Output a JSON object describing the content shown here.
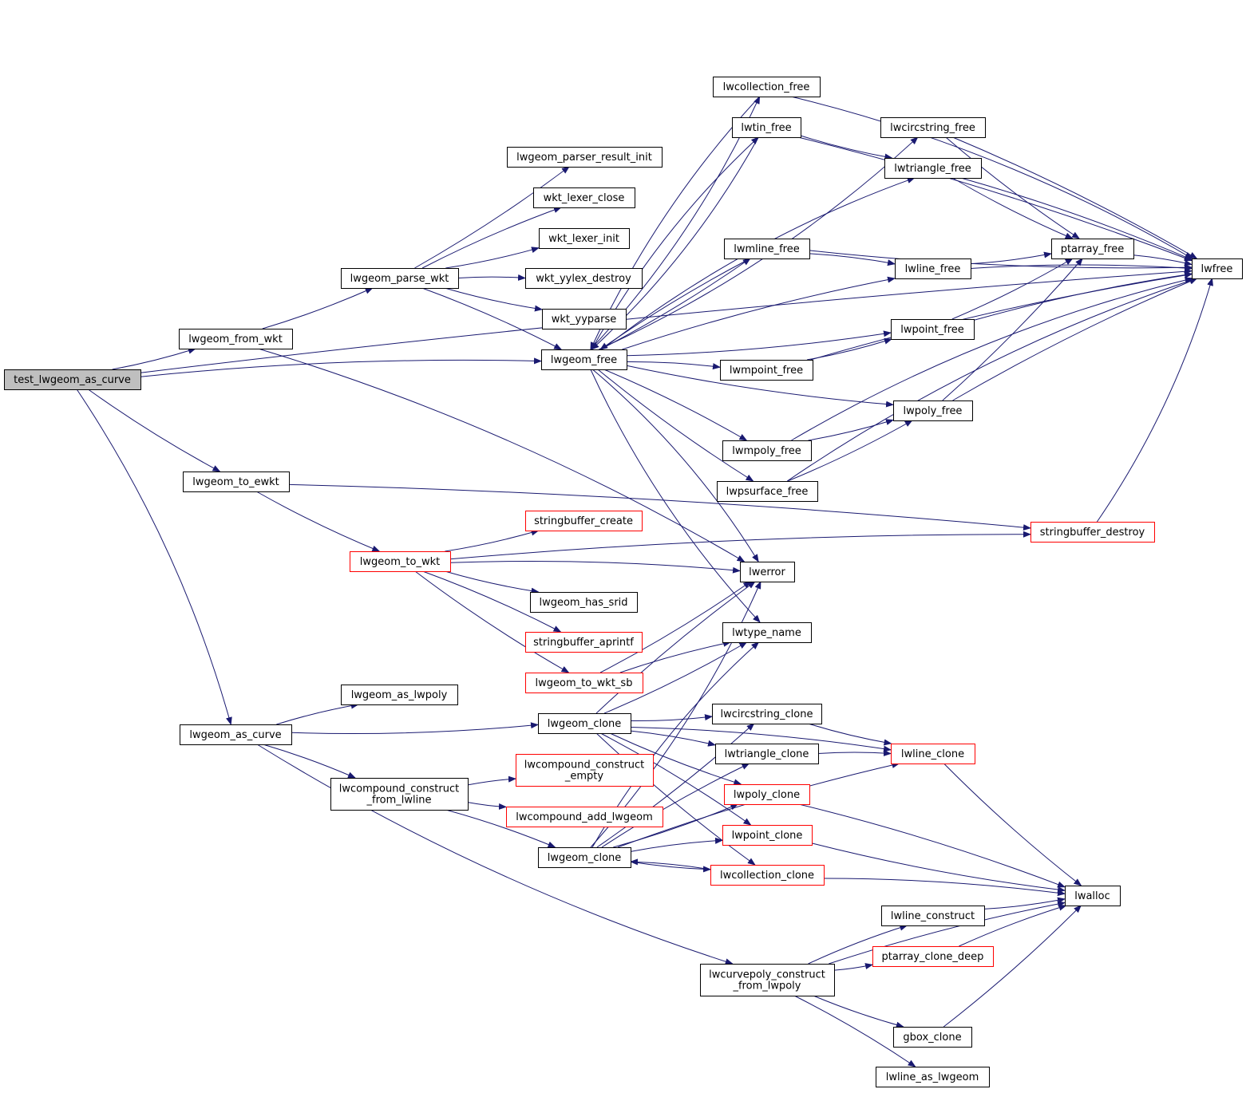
{
  "colors": {
    "edge": "#191970",
    "truncated_border": "#ff0000",
    "root_fill": "#bfbfbf",
    "node_border": "#000000"
  },
  "nodes": {
    "test_lwgeom_as_curve": {
      "lines": [
        "test_lwgeom_as_curve"
      ],
      "root": true
    },
    "lwgeom_from_wkt": {
      "lines": [
        "lwgeom_from_wkt"
      ]
    },
    "lwgeom_to_ewkt": {
      "lines": [
        "lwgeom_to_ewkt"
      ]
    },
    "lwgeom_as_curve": {
      "lines": [
        "lwgeom_as_curve"
      ]
    },
    "lwgeom_parse_wkt": {
      "lines": [
        "lwgeom_parse_wkt"
      ]
    },
    "lwgeom_parser_result_init": {
      "lines": [
        "lwgeom_parser_result_init"
      ]
    },
    "wkt_lexer_close": {
      "lines": [
        "wkt_lexer_close"
      ]
    },
    "wkt_lexer_init": {
      "lines": [
        "wkt_lexer_init"
      ]
    },
    "wkt_yylex_destroy": {
      "lines": [
        "wkt_yylex_destroy"
      ]
    },
    "wkt_yyparse": {
      "lines": [
        "wkt_yyparse"
      ]
    },
    "lwgeom_free": {
      "lines": [
        "lwgeom_free"
      ]
    },
    "lwgeom_to_wkt": {
      "lines": [
        "lwgeom_to_wkt"
      ],
      "truncated": true
    },
    "stringbuffer_create": {
      "lines": [
        "stringbuffer_create"
      ],
      "truncated": true
    },
    "lwgeom_has_srid": {
      "lines": [
        "lwgeom_has_srid"
      ]
    },
    "stringbuffer_aprintf": {
      "lines": [
        "stringbuffer_aprintf"
      ],
      "truncated": true
    },
    "lwgeom_to_wkt_sb": {
      "lines": [
        "lwgeom_to_wkt_sb"
      ],
      "truncated": true
    },
    "lwgeom_as_lwpoly": {
      "lines": [
        "lwgeom_as_lwpoly"
      ]
    },
    "lwgeom_clone_1": {
      "lines": [
        "lwgeom_clone"
      ]
    },
    "lwcompound_construct_from_lwline": {
      "lines": [
        "lwcompound_construct",
        "_from_lwline"
      ]
    },
    "lwcompound_construct_empty": {
      "lines": [
        "lwcompound_construct",
        "_empty"
      ],
      "truncated": true
    },
    "lwcompound_add_lwgeom": {
      "lines": [
        "lwcompound_add_lwgeom"
      ],
      "truncated": true
    },
    "lwgeom_clone_2": {
      "lines": [
        "lwgeom_clone"
      ]
    },
    "lwcollection_free": {
      "lines": [
        "lwcollection_free"
      ]
    },
    "lwtin_free": {
      "lines": [
        "lwtin_free"
      ]
    },
    "lwmline_free": {
      "lines": [
        "lwmline_free"
      ]
    },
    "lwmpoint_free": {
      "lines": [
        "lwmpoint_free"
      ]
    },
    "lwmpoly_free": {
      "lines": [
        "lwmpoly_free"
      ]
    },
    "lwpsurface_free": {
      "lines": [
        "lwpsurface_free"
      ]
    },
    "lwerror": {
      "lines": [
        "lwerror"
      ]
    },
    "lwtype_name": {
      "lines": [
        "lwtype_name"
      ]
    },
    "lwcircstring_clone": {
      "lines": [
        "lwcircstring_clone"
      ]
    },
    "lwtriangle_clone": {
      "lines": [
        "lwtriangle_clone"
      ]
    },
    "lwpoly_clone": {
      "lines": [
        "lwpoly_clone"
      ],
      "truncated": true
    },
    "lwpoint_clone": {
      "lines": [
        "lwpoint_clone"
      ],
      "truncated": true
    },
    "lwcollection_clone": {
      "lines": [
        "lwcollection_clone"
      ],
      "truncated": true
    },
    "lwcurvepoly_construct_from_lwpoly": {
      "lines": [
        "lwcurvepoly_construct",
        "_from_lwpoly"
      ]
    },
    "lwcircstring_free": {
      "lines": [
        "lwcircstring_free"
      ]
    },
    "lwtriangle_free": {
      "lines": [
        "lwtriangle_free"
      ]
    },
    "lwline_free": {
      "lines": [
        "lwline_free"
      ]
    },
    "lwpoint_free": {
      "lines": [
        "lwpoint_free"
      ]
    },
    "lwpoly_free": {
      "lines": [
        "lwpoly_free"
      ]
    },
    "stringbuffer_destroy": {
      "lines": [
        "stringbuffer_destroy"
      ],
      "truncated": true
    },
    "lwline_clone": {
      "lines": [
        "lwline_clone"
      ],
      "truncated": true
    },
    "lwline_construct": {
      "lines": [
        "lwline_construct"
      ]
    },
    "ptarray_clone_deep": {
      "lines": [
        "ptarray_clone_deep"
      ],
      "truncated": true
    },
    "gbox_clone": {
      "lines": [
        "gbox_clone"
      ]
    },
    "lwline_as_lwgeom": {
      "lines": [
        "lwline_as_lwgeom"
      ]
    },
    "ptarray_free": {
      "lines": [
        "ptarray_free"
      ]
    },
    "lwalloc": {
      "lines": [
        "lwalloc"
      ]
    },
    "lwfree": {
      "lines": [
        "lwfree"
      ]
    }
  },
  "edges": [
    [
      "test_lwgeom_as_curve",
      "lwfree"
    ],
    [
      "test_lwgeom_as_curve",
      "lwgeom_from_wkt"
    ],
    [
      "test_lwgeom_as_curve",
      "lwgeom_free"
    ],
    [
      "test_lwgeom_as_curve",
      "lwgeom_to_ewkt"
    ],
    [
      "test_lwgeom_as_curve",
      "lwgeom_as_curve"
    ],
    [
      "lwgeom_from_wkt",
      "lwgeom_parse_wkt"
    ],
    [
      "lwgeom_from_wkt",
      "lwerror"
    ],
    [
      "lwgeom_parse_wkt",
      "lwgeom_parser_result_init"
    ],
    [
      "lwgeom_parse_wkt",
      "wkt_lexer_close"
    ],
    [
      "lwgeom_parse_wkt",
      "wkt_lexer_init"
    ],
    [
      "lwgeom_parse_wkt",
      "wkt_yylex_destroy"
    ],
    [
      "lwgeom_parse_wkt",
      "wkt_yyparse"
    ],
    [
      "lwgeom_parse_wkt",
      "lwgeom_free"
    ],
    [
      "lwgeom_free",
      "lwcollection_free"
    ],
    [
      "lwgeom_free",
      "lwtin_free"
    ],
    [
      "lwgeom_free",
      "lwcircstring_free"
    ],
    [
      "lwgeom_free",
      "lwtriangle_free"
    ],
    [
      "lwgeom_free",
      "lwmline_free"
    ],
    [
      "lwgeom_free",
      "lwline_free"
    ],
    [
      "lwgeom_free",
      "lwpoint_free"
    ],
    [
      "lwgeom_free",
      "lwmpoint_free"
    ],
    [
      "lwgeom_free",
      "lwpoly_free"
    ],
    [
      "lwgeom_free",
      "lwmpoly_free"
    ],
    [
      "lwgeom_free",
      "lwpsurface_free"
    ],
    [
      "lwgeom_free",
      "lwerror"
    ],
    [
      "lwgeom_free",
      "lwtype_name"
    ],
    [
      "lwcollection_free",
      "lwfree"
    ],
    [
      "lwcollection_free",
      "lwgeom_free"
    ],
    [
      "lwtin_free",
      "lwfree"
    ],
    [
      "lwtin_free",
      "lwtriangle_free"
    ],
    [
      "lwtin_free",
      "lwgeom_free"
    ],
    [
      "lwmline_free",
      "lwfree"
    ],
    [
      "lwmline_free",
      "lwline_free"
    ],
    [
      "lwmline_free",
      "lwgeom_free"
    ],
    [
      "lwmpoint_free",
      "lwfree"
    ],
    [
      "lwmpoint_free",
      "lwpoint_free"
    ],
    [
      "lwmpoly_free",
      "lwfree"
    ],
    [
      "lwmpoly_free",
      "lwpoly_free"
    ],
    [
      "lwpsurface_free",
      "lwfree"
    ],
    [
      "lwpsurface_free",
      "lwpoly_free"
    ],
    [
      "lwcircstring_free",
      "lwfree"
    ],
    [
      "lwcircstring_free",
      "ptarray_free"
    ],
    [
      "lwtriangle_free",
      "lwfree"
    ],
    [
      "lwtriangle_free",
      "ptarray_free"
    ],
    [
      "lwline_free",
      "lwfree"
    ],
    [
      "lwline_free",
      "ptarray_free"
    ],
    [
      "lwpoint_free",
      "lwfree"
    ],
    [
      "lwpoint_free",
      "ptarray_free"
    ],
    [
      "lwpoly_free",
      "lwfree"
    ],
    [
      "lwpoly_free",
      "ptarray_free"
    ],
    [
      "ptarray_free",
      "lwfree"
    ],
    [
      "lwgeom_to_ewkt",
      "lwgeom_to_wkt"
    ],
    [
      "lwgeom_to_ewkt",
      "stringbuffer_destroy"
    ],
    [
      "lwgeom_to_wkt",
      "stringbuffer_create"
    ],
    [
      "lwgeom_to_wkt",
      "lwerror"
    ],
    [
      "lwgeom_to_wkt",
      "lwgeom_has_srid"
    ],
    [
      "lwgeom_to_wkt",
      "stringbuffer_aprintf"
    ],
    [
      "lwgeom_to_wkt",
      "lwgeom_to_wkt_sb"
    ],
    [
      "lwgeom_to_wkt",
      "stringbuffer_destroy"
    ],
    [
      "lwgeom_to_wkt_sb",
      "lwerror"
    ],
    [
      "lwgeom_to_wkt_sb",
      "lwtype_name"
    ],
    [
      "stringbuffer_destroy",
      "lwfree"
    ],
    [
      "lwgeom_as_curve",
      "lwgeom_as_lwpoly"
    ],
    [
      "lwgeom_as_curve",
      "lwgeom_clone_1"
    ],
    [
      "lwgeom_as_curve",
      "lwcompound_construct_from_lwline"
    ],
    [
      "lwgeom_as_curve",
      "lwcurvepoly_construct_from_lwpoly"
    ],
    [
      "lwgeom_clone_1",
      "lwerror"
    ],
    [
      "lwgeom_clone_1",
      "lwtype_name"
    ],
    [
      "lwgeom_clone_1",
      "lwline_clone"
    ],
    [
      "lwgeom_clone_1",
      "lwcircstring_clone"
    ],
    [
      "lwgeom_clone_1",
      "lwtriangle_clone"
    ],
    [
      "lwgeom_clone_1",
      "lwpoly_clone"
    ],
    [
      "lwgeom_clone_1",
      "lwpoint_clone"
    ],
    [
      "lwgeom_clone_1",
      "lwcollection_clone"
    ],
    [
      "lwcompound_construct_from_lwline",
      "lwcompound_construct_empty"
    ],
    [
      "lwcompound_construct_from_lwline",
      "lwcompound_add_lwgeom"
    ],
    [
      "lwcompound_construct_from_lwline",
      "lwgeom_clone_2"
    ],
    [
      "lwgeom_clone_2",
      "lwerror"
    ],
    [
      "lwgeom_clone_2",
      "lwtype_name"
    ],
    [
      "lwgeom_clone_2",
      "lwcircstring_clone"
    ],
    [
      "lwgeom_clone_2",
      "lwtriangle_clone"
    ],
    [
      "lwgeom_clone_2",
      "lwpoly_clone"
    ],
    [
      "lwgeom_clone_2",
      "lwpoint_clone"
    ],
    [
      "lwgeom_clone_2",
      "lwcollection_clone"
    ],
    [
      "lwgeom_clone_2",
      "lwline_clone"
    ],
    [
      "lwcollection_clone",
      "lwgeom_clone_2"
    ],
    [
      "lwcollection_clone",
      "lwalloc"
    ],
    [
      "lwcircstring_clone",
      "lwline_clone"
    ],
    [
      "lwtriangle_clone",
      "lwline_clone"
    ],
    [
      "lwline_clone",
      "lwalloc"
    ],
    [
      "lwpoly_clone",
      "lwalloc"
    ],
    [
      "lwpoint_clone",
      "lwalloc"
    ],
    [
      "lwcurvepoly_construct_from_lwpoly",
      "lwline_construct"
    ],
    [
      "lwcurvepoly_construct_from_lwpoly",
      "ptarray_clone_deep"
    ],
    [
      "lwcurvepoly_construct_from_lwpoly",
      "lwalloc"
    ],
    [
      "lwcurvepoly_construct_from_lwpoly",
      "gbox_clone"
    ],
    [
      "lwcurvepoly_construct_from_lwpoly",
      "lwline_as_lwgeom"
    ],
    [
      "lwline_construct",
      "lwalloc"
    ],
    [
      "ptarray_clone_deep",
      "lwalloc"
    ],
    [
      "gbox_clone",
      "lwalloc"
    ]
  ]
}
